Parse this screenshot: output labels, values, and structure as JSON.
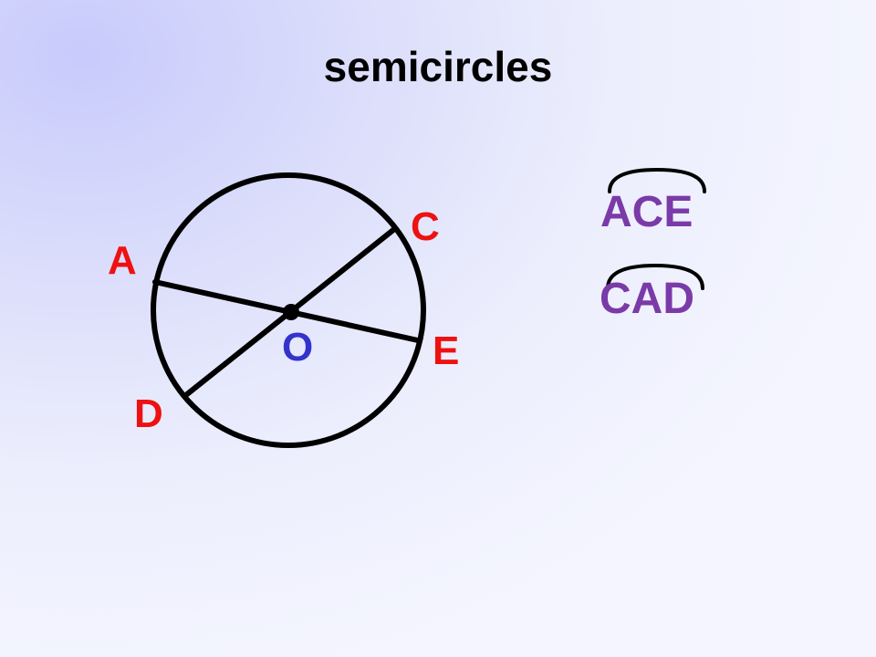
{
  "slide": {
    "title": "semicircles"
  },
  "diagram": {
    "points": {
      "A": "A",
      "C": "C",
      "E": "E",
      "D": "D",
      "O": "O"
    },
    "arcs": [
      {
        "name": "ACE"
      },
      {
        "name": "CAD"
      }
    ]
  },
  "colors": {
    "point_label": "#ee1111",
    "center_label": "#3333cc",
    "arc_name": "#7a3aa8",
    "stroke": "#000000"
  }
}
